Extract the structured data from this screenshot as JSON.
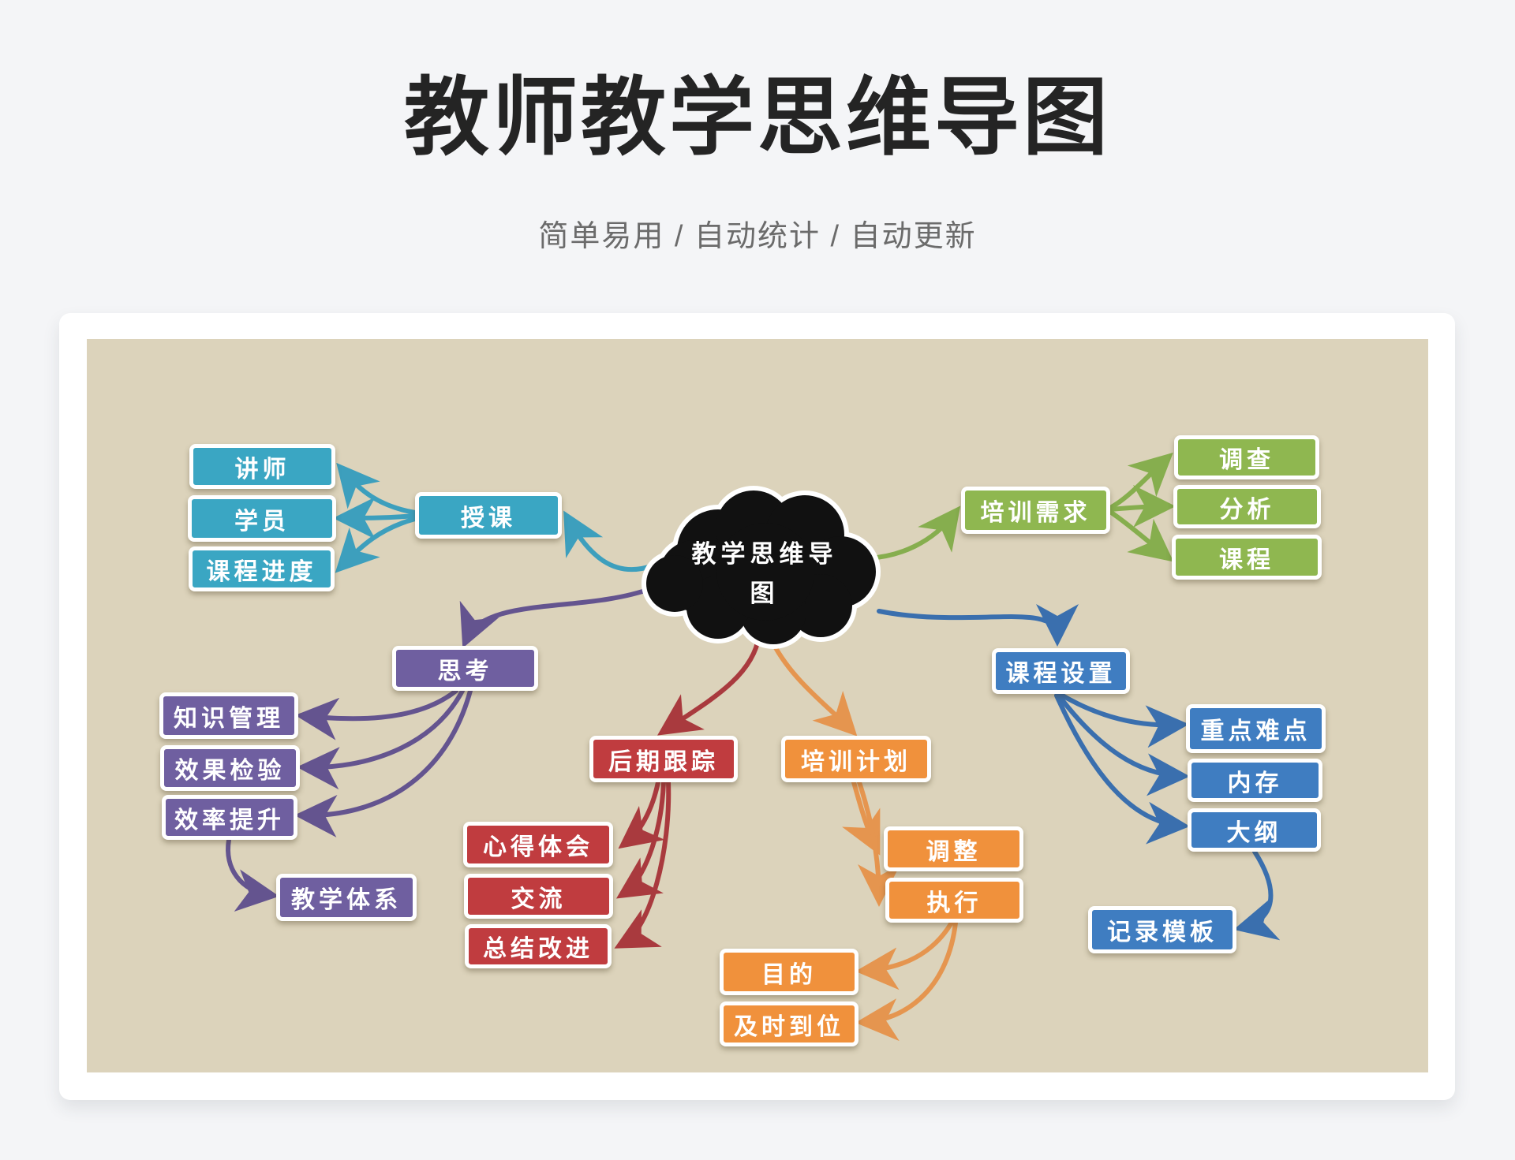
{
  "page": {
    "title": "教师教学思维导图",
    "subtitle": "简单易用 / 自动统计 / 自动更新",
    "background_color": "#f4f5f7",
    "canvas_color": "#dcd3bb"
  },
  "mindmap": {
    "center": {
      "label": "教学思维导图",
      "color": "#111111"
    },
    "branches": [
      {
        "label": "授课",
        "color": "#3aa6c3",
        "children": [
          {
            "label": "讲师"
          },
          {
            "label": "学员"
          },
          {
            "label": "课程进度"
          }
        ]
      },
      {
        "label": "培训需求",
        "color": "#8fb750",
        "children": [
          {
            "label": "调查"
          },
          {
            "label": "分析"
          },
          {
            "label": "课程"
          }
        ]
      },
      {
        "label": "思考",
        "color": "#6f5fa0",
        "children": [
          {
            "label": "知识管理"
          },
          {
            "label": "效果检验"
          },
          {
            "label": "效率提升"
          },
          {
            "label": "教学体系"
          }
        ]
      },
      {
        "label": "后期跟踪",
        "color": "#c03c3f",
        "children": [
          {
            "label": "心得体会"
          },
          {
            "label": "交流"
          },
          {
            "label": "总结改进"
          }
        ]
      },
      {
        "label": "培训计划",
        "color": "#f0913c",
        "children": [
          {
            "label": "调整"
          },
          {
            "label": "执行"
          },
          {
            "label": "目的"
          },
          {
            "label": "及时到位"
          }
        ]
      },
      {
        "label": "课程设置",
        "color": "#3f7dc1",
        "children": [
          {
            "label": "重点难点"
          },
          {
            "label": "内存"
          },
          {
            "label": "大纲"
          },
          {
            "label": "记录模板"
          }
        ]
      }
    ]
  }
}
